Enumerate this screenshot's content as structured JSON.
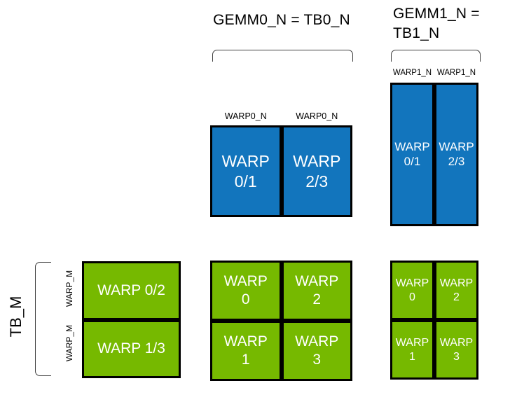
{
  "colors": {
    "blue_tile": "#1275bd",
    "green_tile": "#76b900",
    "tile_border": "#000000",
    "bracket": "#404040",
    "cell_text": "#ffffff",
    "label_text": "#000000"
  },
  "titles": {
    "gemm0": "GEMM0_N = TB0_N",
    "gemm1_line1": "GEMM1_N =",
    "gemm1_line2": "TB1_N"
  },
  "axis_labels": {
    "tb_m": "TB_M",
    "warp_m_top": "WARP_M",
    "warp_m_bottom": "WARP_M",
    "warp0_n_left": "WARP0_N",
    "warp0_n_right": "WARP0_N",
    "warp1_n_left": "WARP1_N",
    "warp1_n_right": "WARP1_N"
  },
  "tiles": {
    "b0": {
      "cells": [
        {
          "l1": "WARP",
          "l2": "0/1"
        },
        {
          "l1": "WARP",
          "l2": "2/3"
        }
      ]
    },
    "b1": {
      "cells": [
        {
          "l1": "WARP",
          "l2": "0/1"
        },
        {
          "l1": "WARP",
          "l2": "2/3"
        }
      ]
    },
    "a": {
      "cells": [
        {
          "label": "WARP 0/2"
        },
        {
          "label": "WARP 1/3"
        }
      ]
    },
    "c0": {
      "cells": [
        {
          "l1": "WARP",
          "l2": "0"
        },
        {
          "l1": "WARP",
          "l2": "2"
        },
        {
          "l1": "WARP",
          "l2": "1"
        },
        {
          "l1": "WARP",
          "l2": "3"
        }
      ]
    },
    "c1": {
      "cells": [
        {
          "l1": "WARP",
          "l2": "0"
        },
        {
          "l1": "WARP",
          "l2": "2"
        },
        {
          "l1": "WARP",
          "l2": "1"
        },
        {
          "l1": "WARP",
          "l2": "3"
        }
      ]
    }
  }
}
